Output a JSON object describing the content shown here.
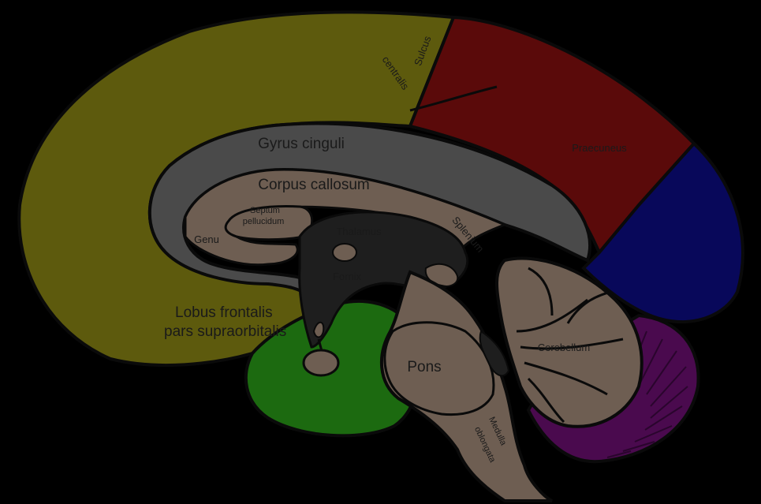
{
  "colors": {
    "background": "#000000",
    "frontal": "#5d5a0d",
    "parietal": "#5a0a0a",
    "occipital": "#08085a",
    "temporal": "#1c6a10",
    "limbic": "#4a4a4a",
    "brainstem": "#6e5e52",
    "cerebellum_outer": "#4a0a4e",
    "ventricle": "#1e1e1e",
    "outline": "#0a0a0a"
  },
  "labels": {
    "frontal_line1": "Lobus frontalis",
    "frontal_line2": "pars supraorbitalis",
    "gyrus_cinguli": "Gyrus cinguli",
    "corpus_callosum": "Corpus callosum",
    "septum_line1": "Septum",
    "septum_line2": "pellucidum",
    "genu": "Genu",
    "thalamus": "Thalamus",
    "fornix": "Fornix",
    "splenium": "Splenium",
    "sulcus_line1": "Sulcus",
    "sulcus_line2": "centralis",
    "parietal": "Praecuneus",
    "cerebellum": "Cerebellum",
    "pons": "Pons",
    "medulla_line1": "Medulla",
    "medulla_line2": "oblongata"
  }
}
